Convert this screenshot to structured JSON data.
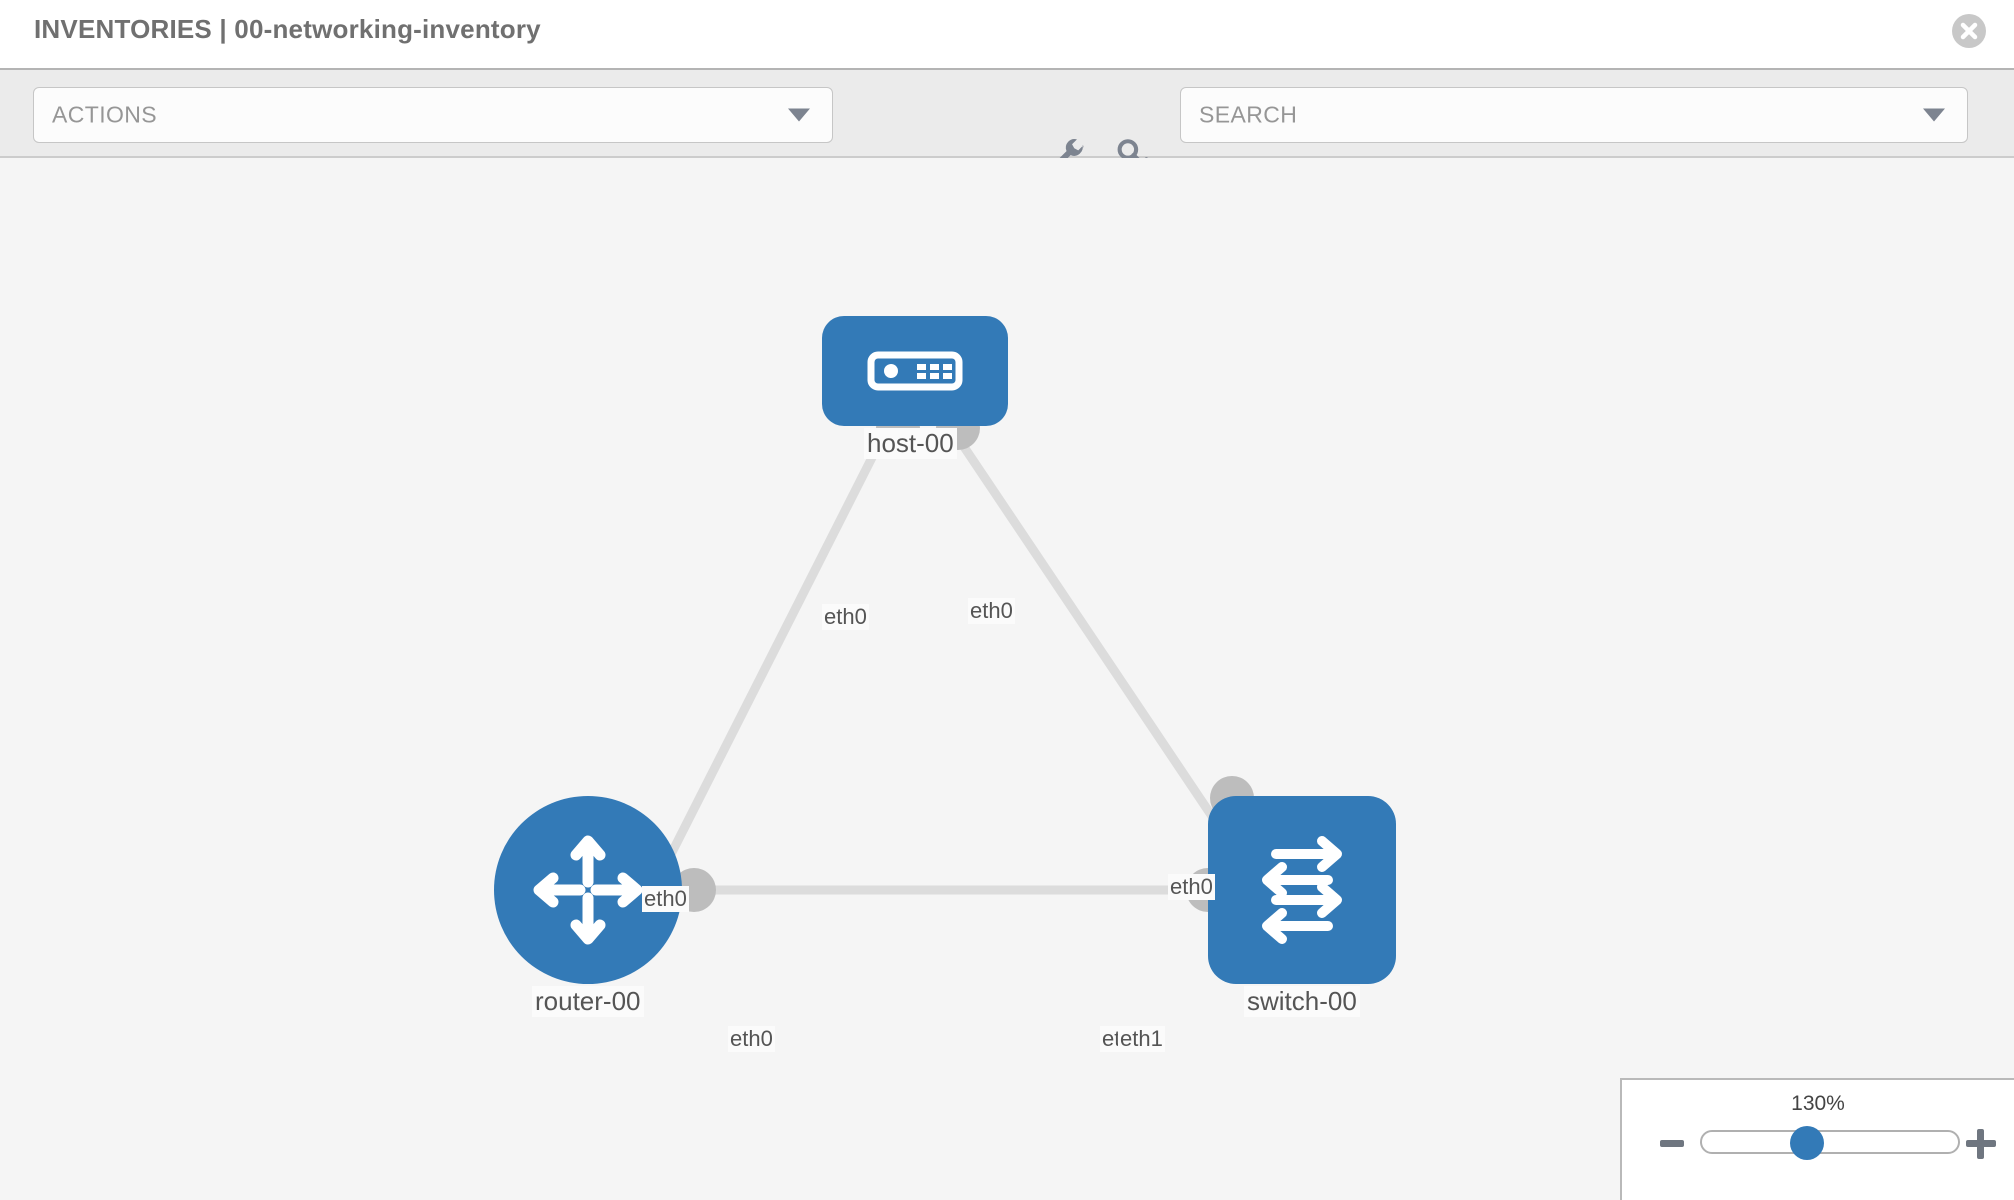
{
  "header": {
    "title": "INVENTORIES | 00-networking-inventory",
    "close_icon": "close-circle-icon"
  },
  "toolbar": {
    "actions_placeholder": "ACTIONS",
    "search_placeholder": "SEARCH",
    "wrench_icon": "wrench-icon",
    "key_icon": "key-icon",
    "caret_icon": "chevron-down-icon"
  },
  "topology": {
    "nodes": [
      {
        "id": "host-00",
        "label": "host-00",
        "type": "host",
        "icon": "server-icon",
        "color": "#337ab7"
      },
      {
        "id": "router-00",
        "label": "router-00",
        "type": "router",
        "icon": "router-arrows-icon",
        "color": "#337ab7"
      },
      {
        "id": "switch-00",
        "label": "switch-00",
        "type": "switch",
        "icon": "switch-arrows-icon",
        "color": "#337ab7"
      }
    ],
    "links": [
      {
        "from": "host-00",
        "from_iface": "eth0",
        "to": "router-00",
        "to_iface": "eth0"
      },
      {
        "from": "host-00",
        "from_iface": "eth0",
        "to": "switch-00",
        "to_iface": "eth0"
      },
      {
        "from": "router-00",
        "from_iface": "eth0",
        "to": "switch-00",
        "to_iface": "eth1"
      }
    ],
    "labels": {
      "host_left_iface": "eth0",
      "host_right_iface": "eth0",
      "router_up_iface": "eth0",
      "switch_up_iface": "eth0",
      "router_right_iface": "eth0",
      "switch_left_iface_a": "eth",
      "switch_left_iface_b": "eth1"
    },
    "link_color": "#dcdcdc",
    "iface_color": "#bdbdbd"
  },
  "zoom": {
    "value": "130%",
    "minus_label": "−",
    "plus_label": "+"
  }
}
